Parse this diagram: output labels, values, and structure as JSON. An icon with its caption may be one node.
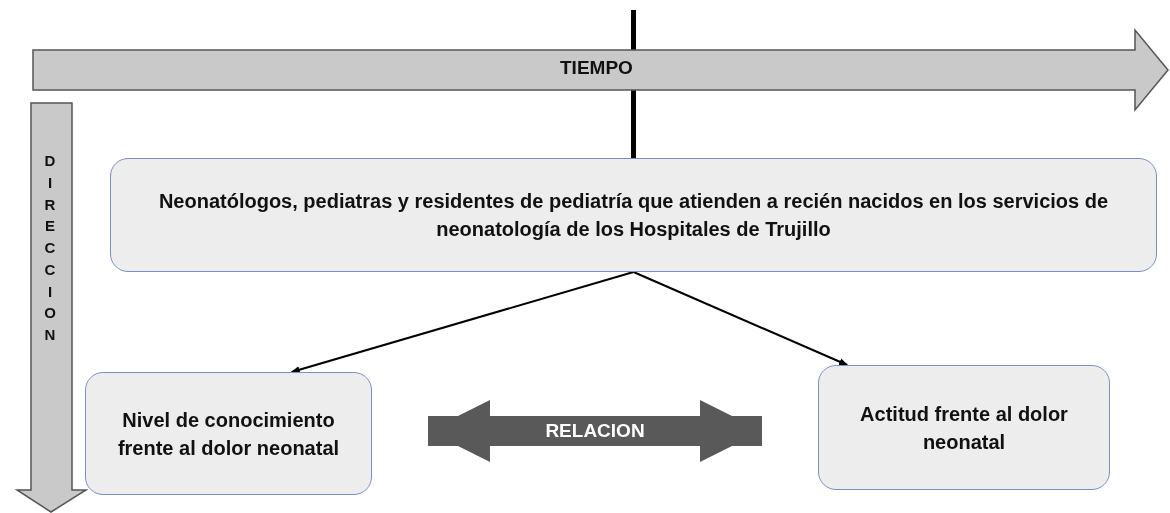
{
  "diagram": {
    "nodes": [
      {
        "text": [
          "Neonatólogos, pediatras y residentes de pediatría que atienden a recién nacidos en los servicios de neonatología de los Hospitales de Trujillo"
        ]
      },
      {
        "text": [
          "Nivel de conocimiento frente al dolor neonatal"
        ]
      },
      {
        "text": [
          "Actitud frente al dolor neonatal"
        ]
      }
    ],
    "edges": [
      {
        "from": null,
        "to": 0,
        "arrow": "none",
        "style": "thick"
      },
      {
        "from": 0,
        "to": 1,
        "arrow": "to"
      },
      {
        "from": 0,
        "to": 2,
        "arrow": "to"
      },
      {
        "from": 1,
        "to": 2,
        "arrow": "both",
        "label": "RELACION",
        "style": "thick",
        "color": "#595959"
      }
    ],
    "labels": [
      "TIEMPO",
      "DIRECCION"
    ]
  }
}
